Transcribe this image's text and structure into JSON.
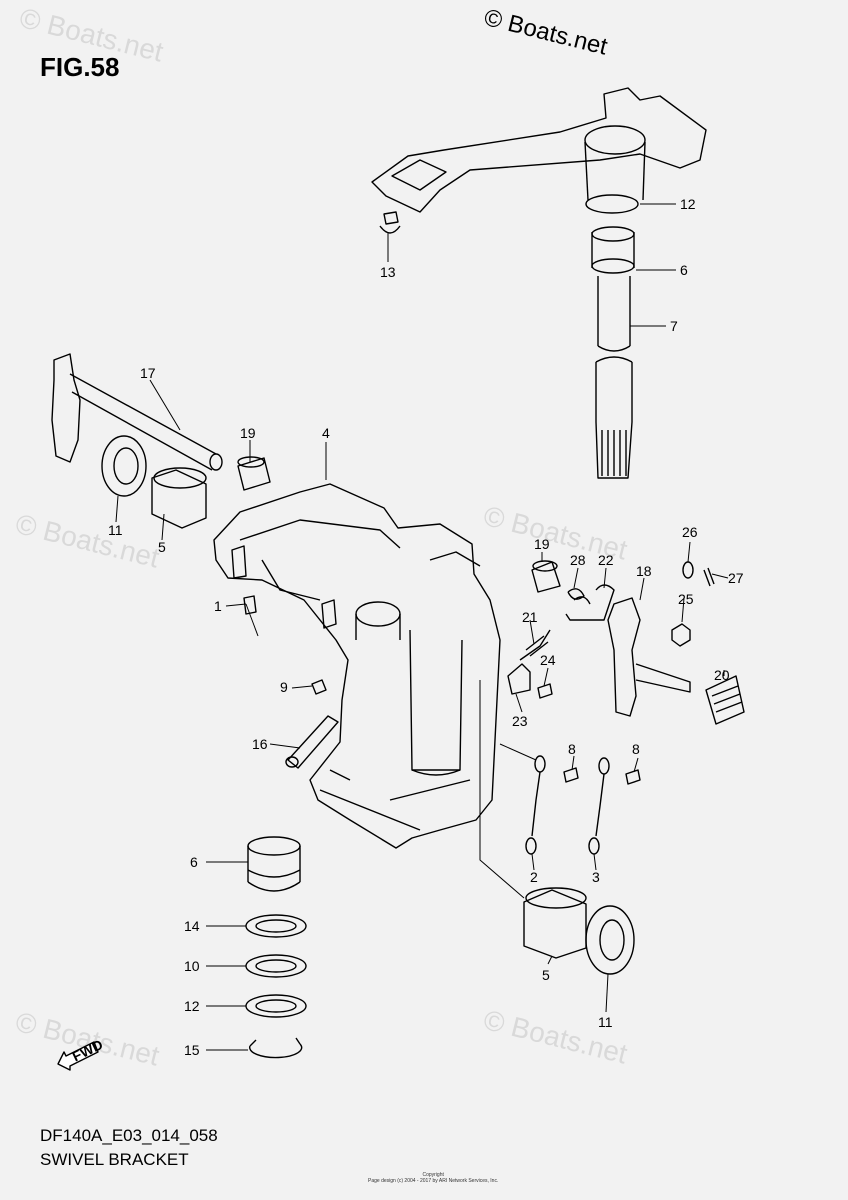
{
  "figure": {
    "title": "FIG.58",
    "copyright": "© Boats.net",
    "code": "DF140A_E03_014_058",
    "name": "SWIVEL BRACKET",
    "fineprint": [
      "Copyright",
      "Page design (c) 2004 - 2017 by ARI Network Services, Inc."
    ],
    "watermark": "© Boats.net"
  },
  "fwd_label": "FWD",
  "callouts": [
    "1",
    "2",
    "3",
    "4",
    "5",
    "5",
    "6",
    "6",
    "7",
    "8",
    "8",
    "9",
    "10",
    "11",
    "11",
    "12",
    "12",
    "13",
    "14",
    "15",
    "16",
    "17",
    "18",
    "19",
    "19",
    "20",
    "21",
    "22",
    "23",
    "24",
    "25",
    "26",
    "27",
    "28"
  ],
  "colors": {
    "ink": "#000000",
    "paper": "#f2f2f2",
    "watermark": "#d9d9d9"
  }
}
